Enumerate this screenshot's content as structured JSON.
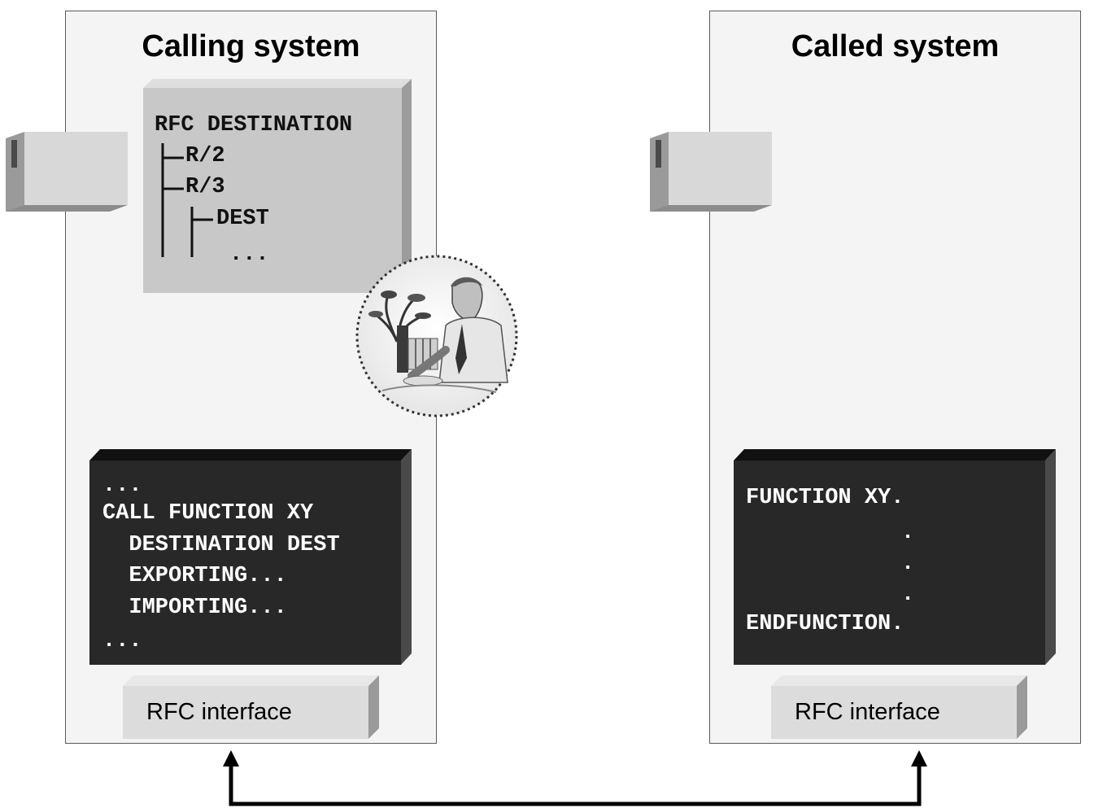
{
  "calling": {
    "title": "Calling system",
    "destination_tree": {
      "header": "RFC DESTINATION",
      "items": [
        "R/2",
        "R/3",
        "DEST",
        "..."
      ]
    },
    "code_lines": [
      "...",
      "CALL FUNCTION XY",
      "  DESTINATION DEST",
      "  EXPORTING...",
      "  IMPORTING...",
      "..."
    ],
    "interface_label": "RFC interface"
  },
  "called": {
    "title": "Called system",
    "code_lines": [
      "FUNCTION XY.",
      ".",
      ".",
      ".",
      "ENDFUNCTION."
    ],
    "interface_label": "RFC interface"
  },
  "colors": {
    "panel_bg": "#f4f4f4",
    "code_bg": "#282828",
    "tree_bg": "#c8c8c8",
    "arrow": "#000000"
  },
  "icons": [
    "server-icon",
    "user-photo-icon"
  ]
}
